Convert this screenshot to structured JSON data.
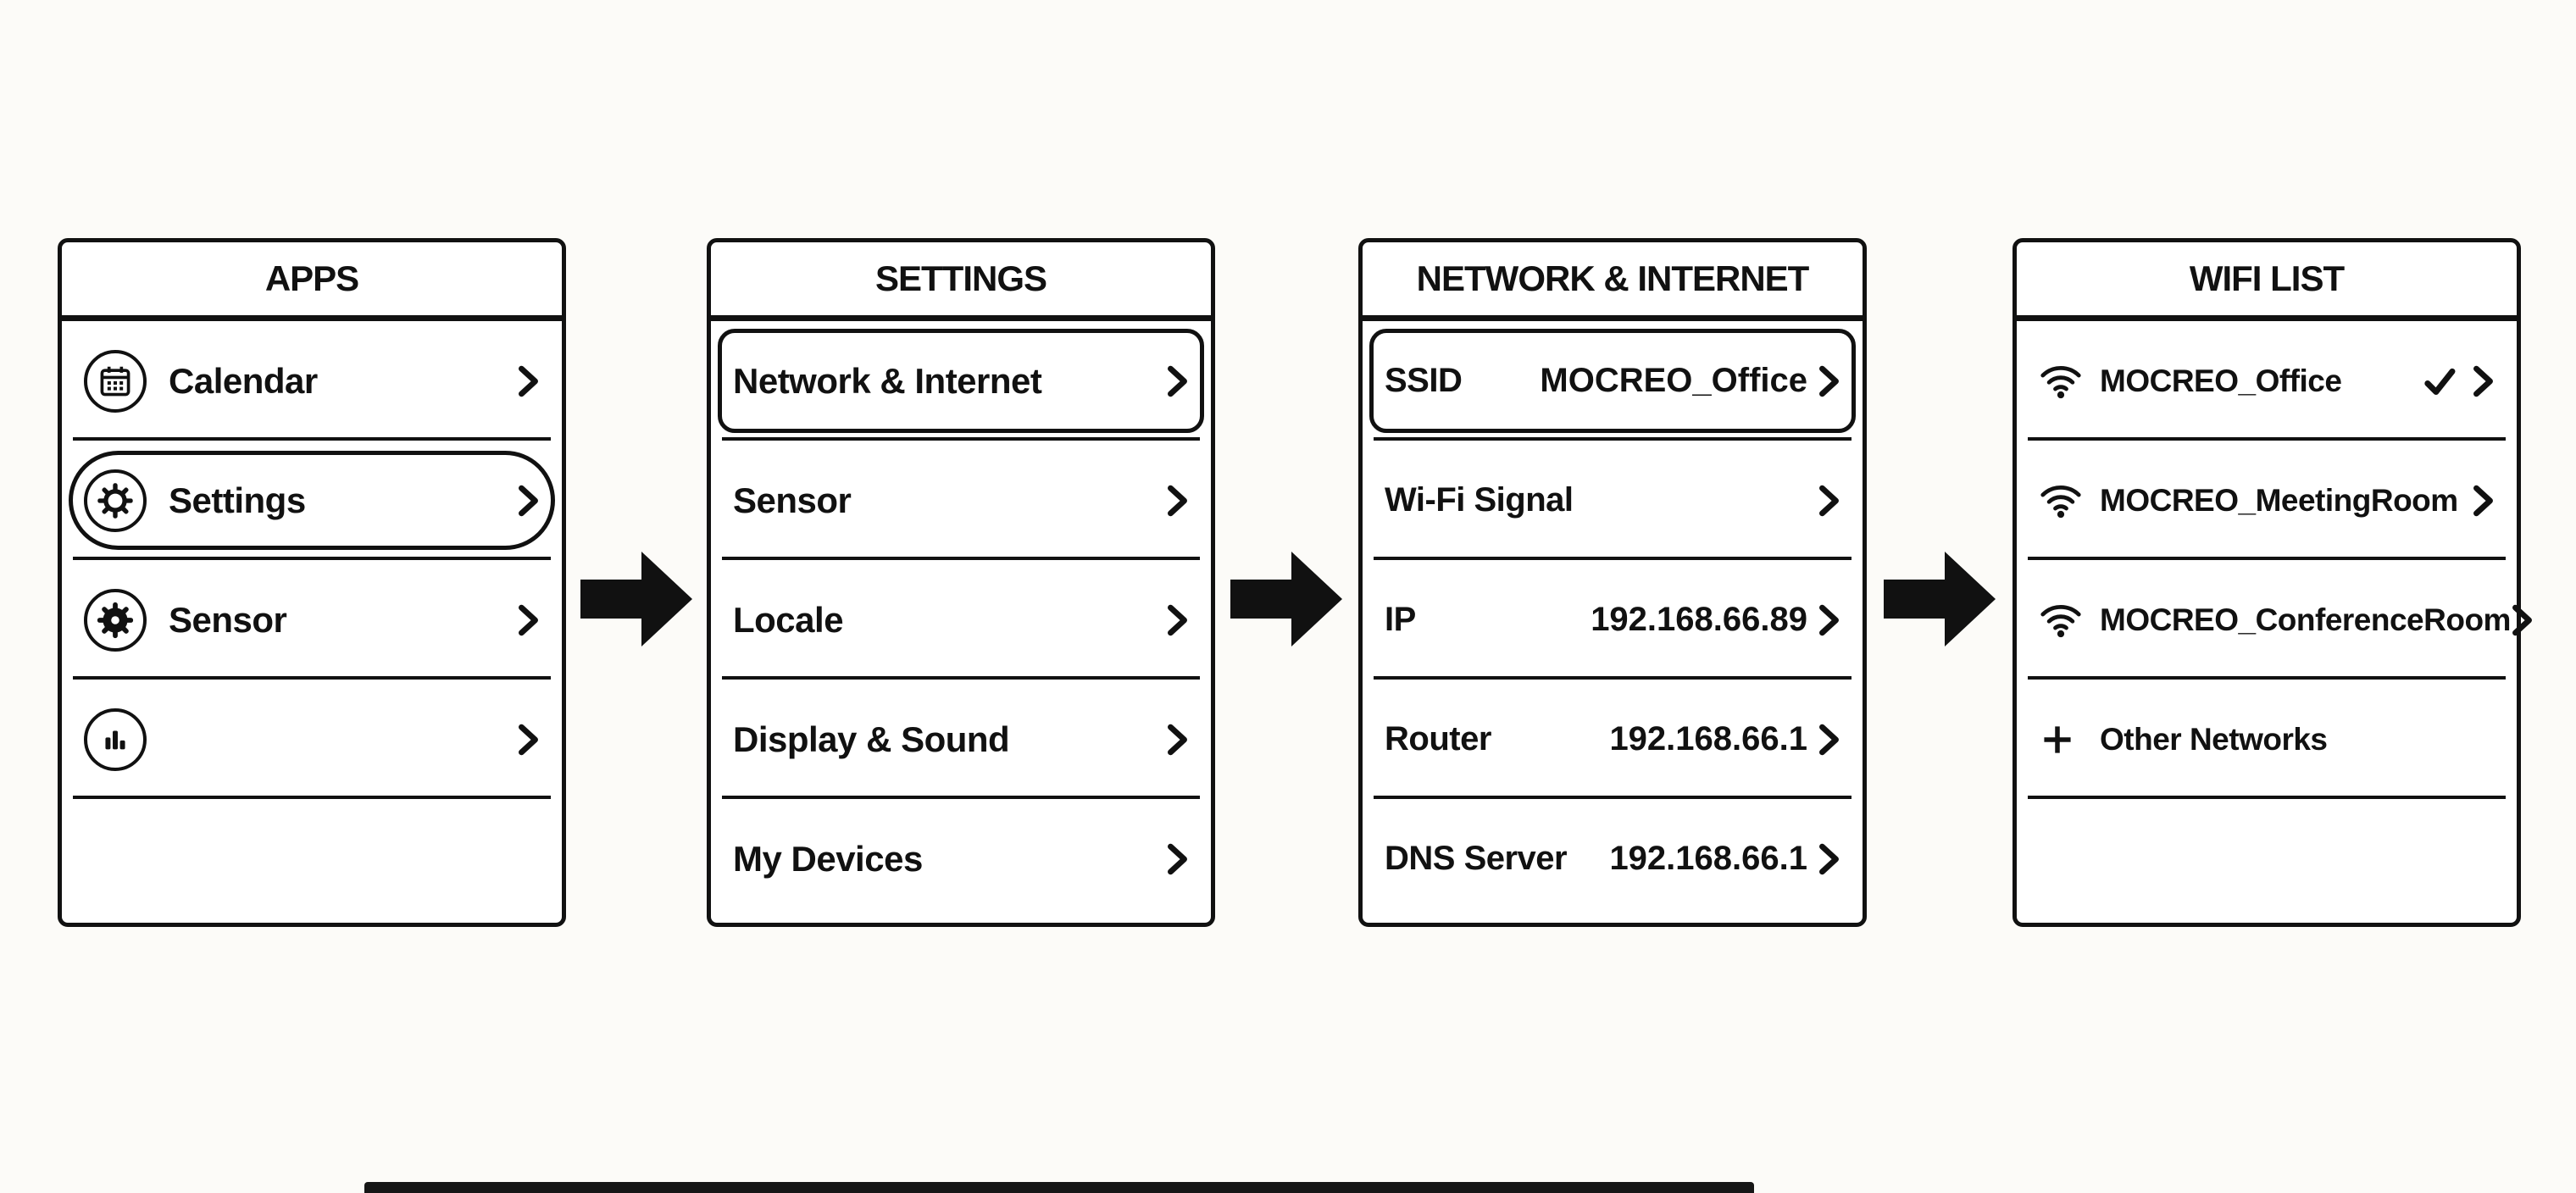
{
  "diagram": {
    "background": "#fcfbf8",
    "ink": "#111111",
    "arrows": {
      "count": 3,
      "direction": "right"
    }
  },
  "panels": [
    {
      "title": "APPS",
      "items": [
        {
          "label": "Calendar",
          "icon": "calendar-icon",
          "chevron": true,
          "highlighted": false
        },
        {
          "label": "Settings",
          "icon": "gear-icon",
          "chevron": true,
          "highlighted": true
        },
        {
          "label": "Sensor",
          "icon": "cog-icon",
          "chevron": true,
          "highlighted": false
        },
        {
          "label": "",
          "icon": "bar-chart-icon",
          "chevron": true,
          "highlighted": false
        }
      ]
    },
    {
      "title": "SETTINGS",
      "items": [
        {
          "label": "Network & Internet",
          "chevron": true,
          "highlighted": true
        },
        {
          "label": "Sensor",
          "chevron": true,
          "highlighted": false
        },
        {
          "label": "Locale",
          "chevron": true,
          "highlighted": false
        },
        {
          "label": "Display & Sound",
          "chevron": true,
          "highlighted": false
        },
        {
          "label": "My Devices",
          "chevron": true,
          "highlighted": false
        }
      ]
    },
    {
      "title": "NETWORK & INTERNET",
      "items": [
        {
          "label": "SSID",
          "value": "MOCREO_Office",
          "chevron": true,
          "highlighted": true
        },
        {
          "label": "Wi-Fi Signal",
          "value": "",
          "chevron": true,
          "highlighted": false
        },
        {
          "label": "IP",
          "value": "192.168.66.89",
          "chevron": true,
          "highlighted": false
        },
        {
          "label": "Router",
          "value": "192.168.66.1",
          "chevron": true,
          "highlighted": false
        },
        {
          "label": "DNS Server",
          "value": "192.168.66.1",
          "chevron": true,
          "highlighted": false
        }
      ]
    },
    {
      "title": "WIFI LIST",
      "items": [
        {
          "label": "MOCREO_Office",
          "icon": "wifi-icon",
          "connected": true,
          "chevron": true
        },
        {
          "label": "MOCREO_MeetingRoom",
          "icon": "wifi-icon",
          "connected": false,
          "chevron": true
        },
        {
          "label": "MOCREO_ConferenceRoom",
          "icon": "wifi-icon",
          "connected": false,
          "chevron": true
        },
        {
          "label": "Other Networks",
          "icon": "plus-icon",
          "connected": false,
          "chevron": false
        }
      ]
    }
  ]
}
